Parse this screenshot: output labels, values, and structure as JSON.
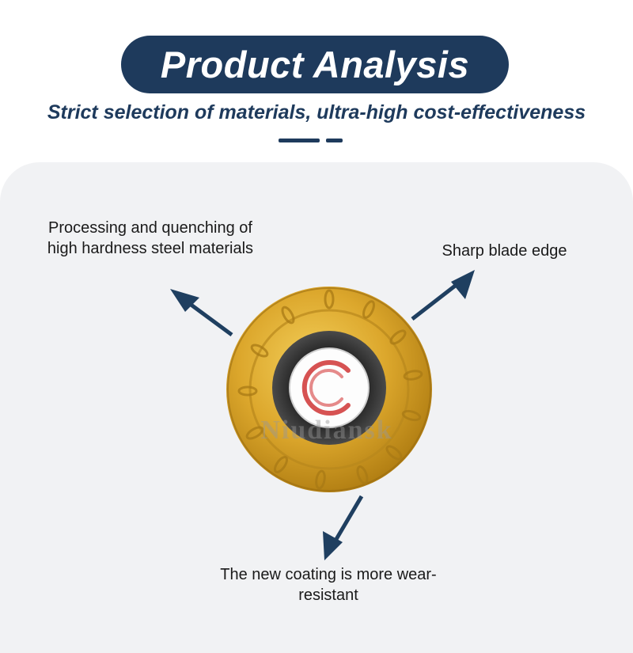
{
  "header": {
    "title": "Product Analysis",
    "subtitle": "Strict selection of materials, ultra-high cost-effectiveness"
  },
  "callouts": {
    "top_left": "Processing and quenching of high hardness steel materials",
    "right": "Sharp blade edge",
    "bottom": "The new coating is more wear-resistant"
  },
  "watermark": "Niudiansk",
  "colors": {
    "navy": "#1e3a5c",
    "panel": "#f1f2f4",
    "gold": "#d9a82a",
    "arrow": "#1f3f60"
  }
}
